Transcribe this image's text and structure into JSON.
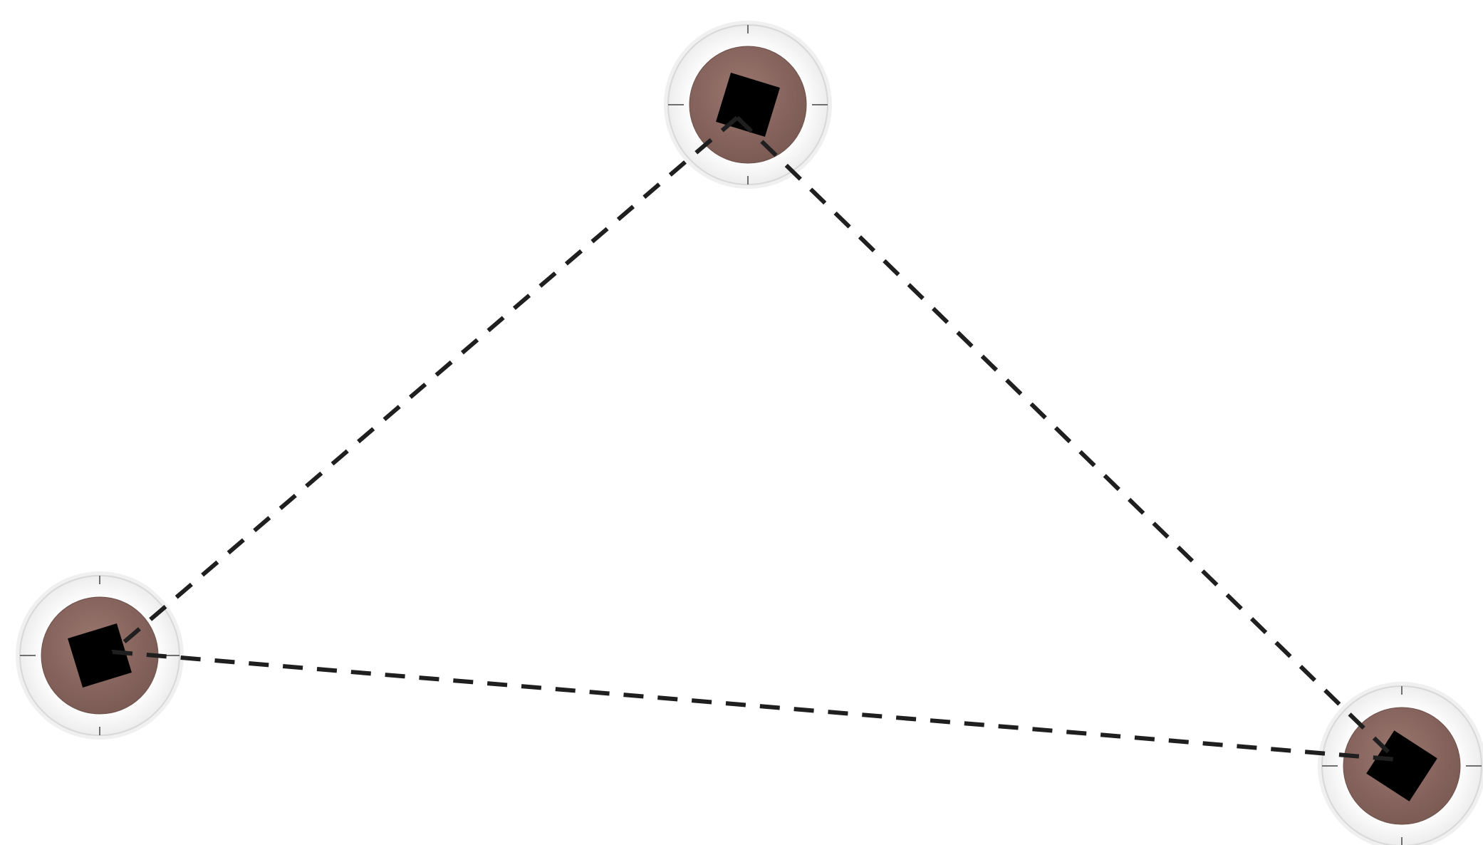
{
  "diagram": {
    "background_color": "#ffffff",
    "connector_style": "dashed",
    "connector_color": "#1f1f1f",
    "node_style": {
      "outer_ring_color": "#f4f4f4",
      "outer_ring_edge_color": "#d8d8d8",
      "inner_disk_color": "#8a6760",
      "tick_mark_color": "#6f6f6f",
      "square_color": "#000000"
    },
    "nodes": [
      {
        "id": "top",
        "icon": "square-marker-icon",
        "square_rotation_deg": 17
      },
      {
        "id": "left",
        "icon": "square-marker-icon",
        "square_rotation_deg": -17
      },
      {
        "id": "bottom-right",
        "icon": "square-marker-icon",
        "square_rotation_deg": 33
      }
    ],
    "edges": [
      {
        "from": "top",
        "to": "left"
      },
      {
        "from": "top",
        "to": "bottom-right"
      },
      {
        "from": "left",
        "to": "bottom-right"
      }
    ]
  }
}
